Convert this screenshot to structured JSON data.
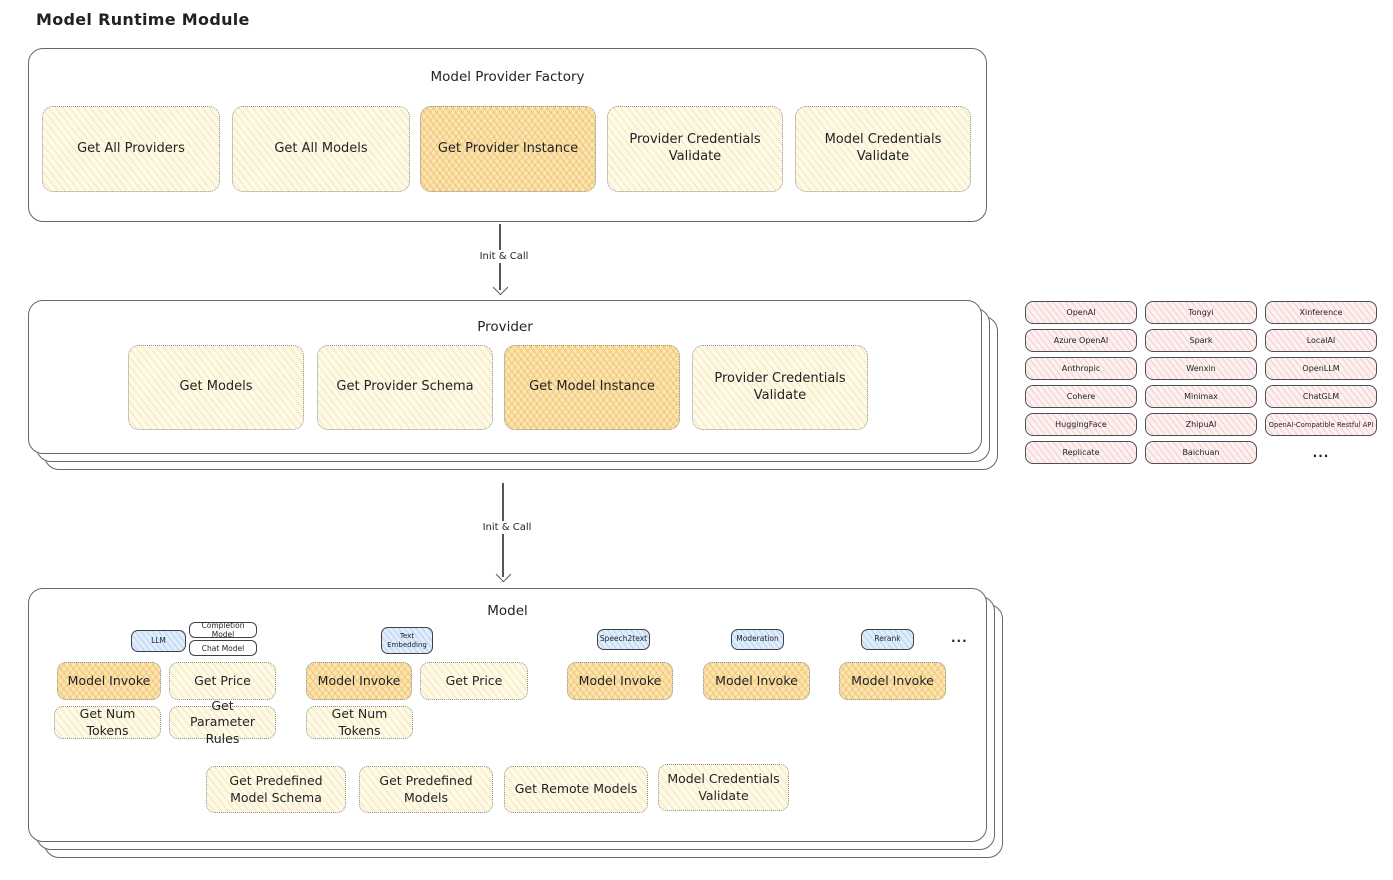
{
  "page_title": "Model Runtime Module",
  "colors": {
    "node_yellow": "#fefae9",
    "node_highlight": "#fae5b4",
    "provider_pink": "#fdf2f1",
    "tab_blue": "#e0eefb",
    "box_border": "#63676f"
  },
  "factory": {
    "title": "Model Provider Factory",
    "buttons": [
      {
        "label": "Get All Providers",
        "highlighted": false
      },
      {
        "label": "Get All Models",
        "highlighted": false
      },
      {
        "label": "Get Provider Instance",
        "highlighted": true
      },
      {
        "label": "Provider Credentials Validate",
        "highlighted": false
      },
      {
        "label": "Model Credentials Validate",
        "highlighted": false
      }
    ]
  },
  "arrows": {
    "factory_to_provider": "Init & Call",
    "provider_to_model": "Init & Call"
  },
  "provider": {
    "title": "Provider",
    "buttons": [
      {
        "label": "Get Models",
        "highlighted": false
      },
      {
        "label": "Get Provider Schema",
        "highlighted": false
      },
      {
        "label": "Get Model Instance",
        "highlighted": true
      },
      {
        "label": "Provider Credentials Validate",
        "highlighted": false
      }
    ]
  },
  "provider_list": {
    "items": [
      "OpenAI",
      "Tongyi",
      "Xinference",
      "Azure OpenAI",
      "Spark",
      "LocalAI",
      "Anthropic",
      "Wenxin",
      "OpenLLM",
      "Cohere",
      "Minimax",
      "ChatGLM",
      "HuggingFace",
      "ZhipuAI",
      "OpenAI-Compatible Restful API",
      "Replicate",
      "Baichuan"
    ],
    "more_label": "..."
  },
  "model": {
    "title": "Model",
    "groups": [
      {
        "tab": "LLM",
        "subtabs": [
          "Completion Model",
          "Chat Model"
        ],
        "buttons": [
          "Model Invoke",
          "Get Price",
          "Get Num Tokens",
          "Get Parameter Rules"
        ]
      },
      {
        "tab": "Text Embedding",
        "buttons": [
          "Model Invoke",
          "Get Price",
          "Get Num Tokens"
        ]
      },
      {
        "tab": "Speech2text",
        "buttons": [
          "Model Invoke"
        ]
      },
      {
        "tab": "Moderation",
        "buttons": [
          "Model Invoke"
        ]
      },
      {
        "tab": "Rerank",
        "buttons": [
          "Model Invoke"
        ]
      }
    ],
    "more_label": "...",
    "shared_buttons": [
      "Get Predefined Model Schema",
      "Get Predefined Models",
      "Get Remote Models",
      "Model Credentials Validate"
    ]
  }
}
